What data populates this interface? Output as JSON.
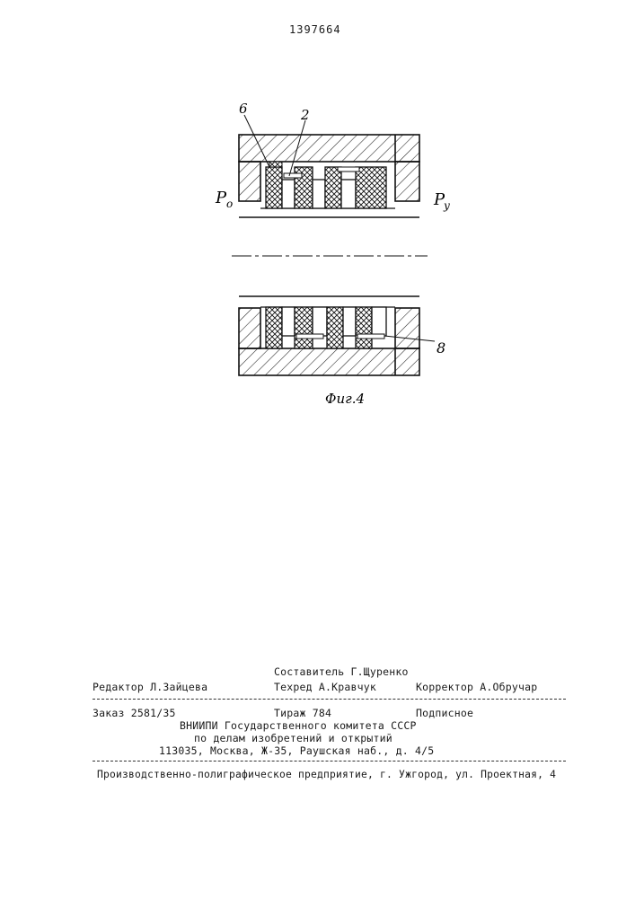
{
  "header": {
    "patent_number": "1397664"
  },
  "figure": {
    "caption": "Фиг.4",
    "labels": {
      "num_6": "6",
      "num_2": "2",
      "num_8": "8",
      "p_left": "P",
      "p_left_sub": "о",
      "p_right": "P",
      "p_right_sub": "у"
    }
  },
  "footer": {
    "compiler": "Составитель Г.Щуренко",
    "editor": "Редактор Л.Зайцева",
    "techred": "Техред А.Кравчук",
    "corrector": "Корректор А.Обручар",
    "order": "Заказ 2581/35",
    "circulation": "Тираж 784",
    "subscription": "Подписное",
    "org_line1": "ВНИИПИ Государственного комитета СССР",
    "org_line2": "по делам изобретений и открытий",
    "address": "113035, Москва, Ж-35, Раушская наб., д. 4/5",
    "printer": "Производственно-полиграфическое предприятие, г. Ужгород, ул. Проектная, 4"
  }
}
